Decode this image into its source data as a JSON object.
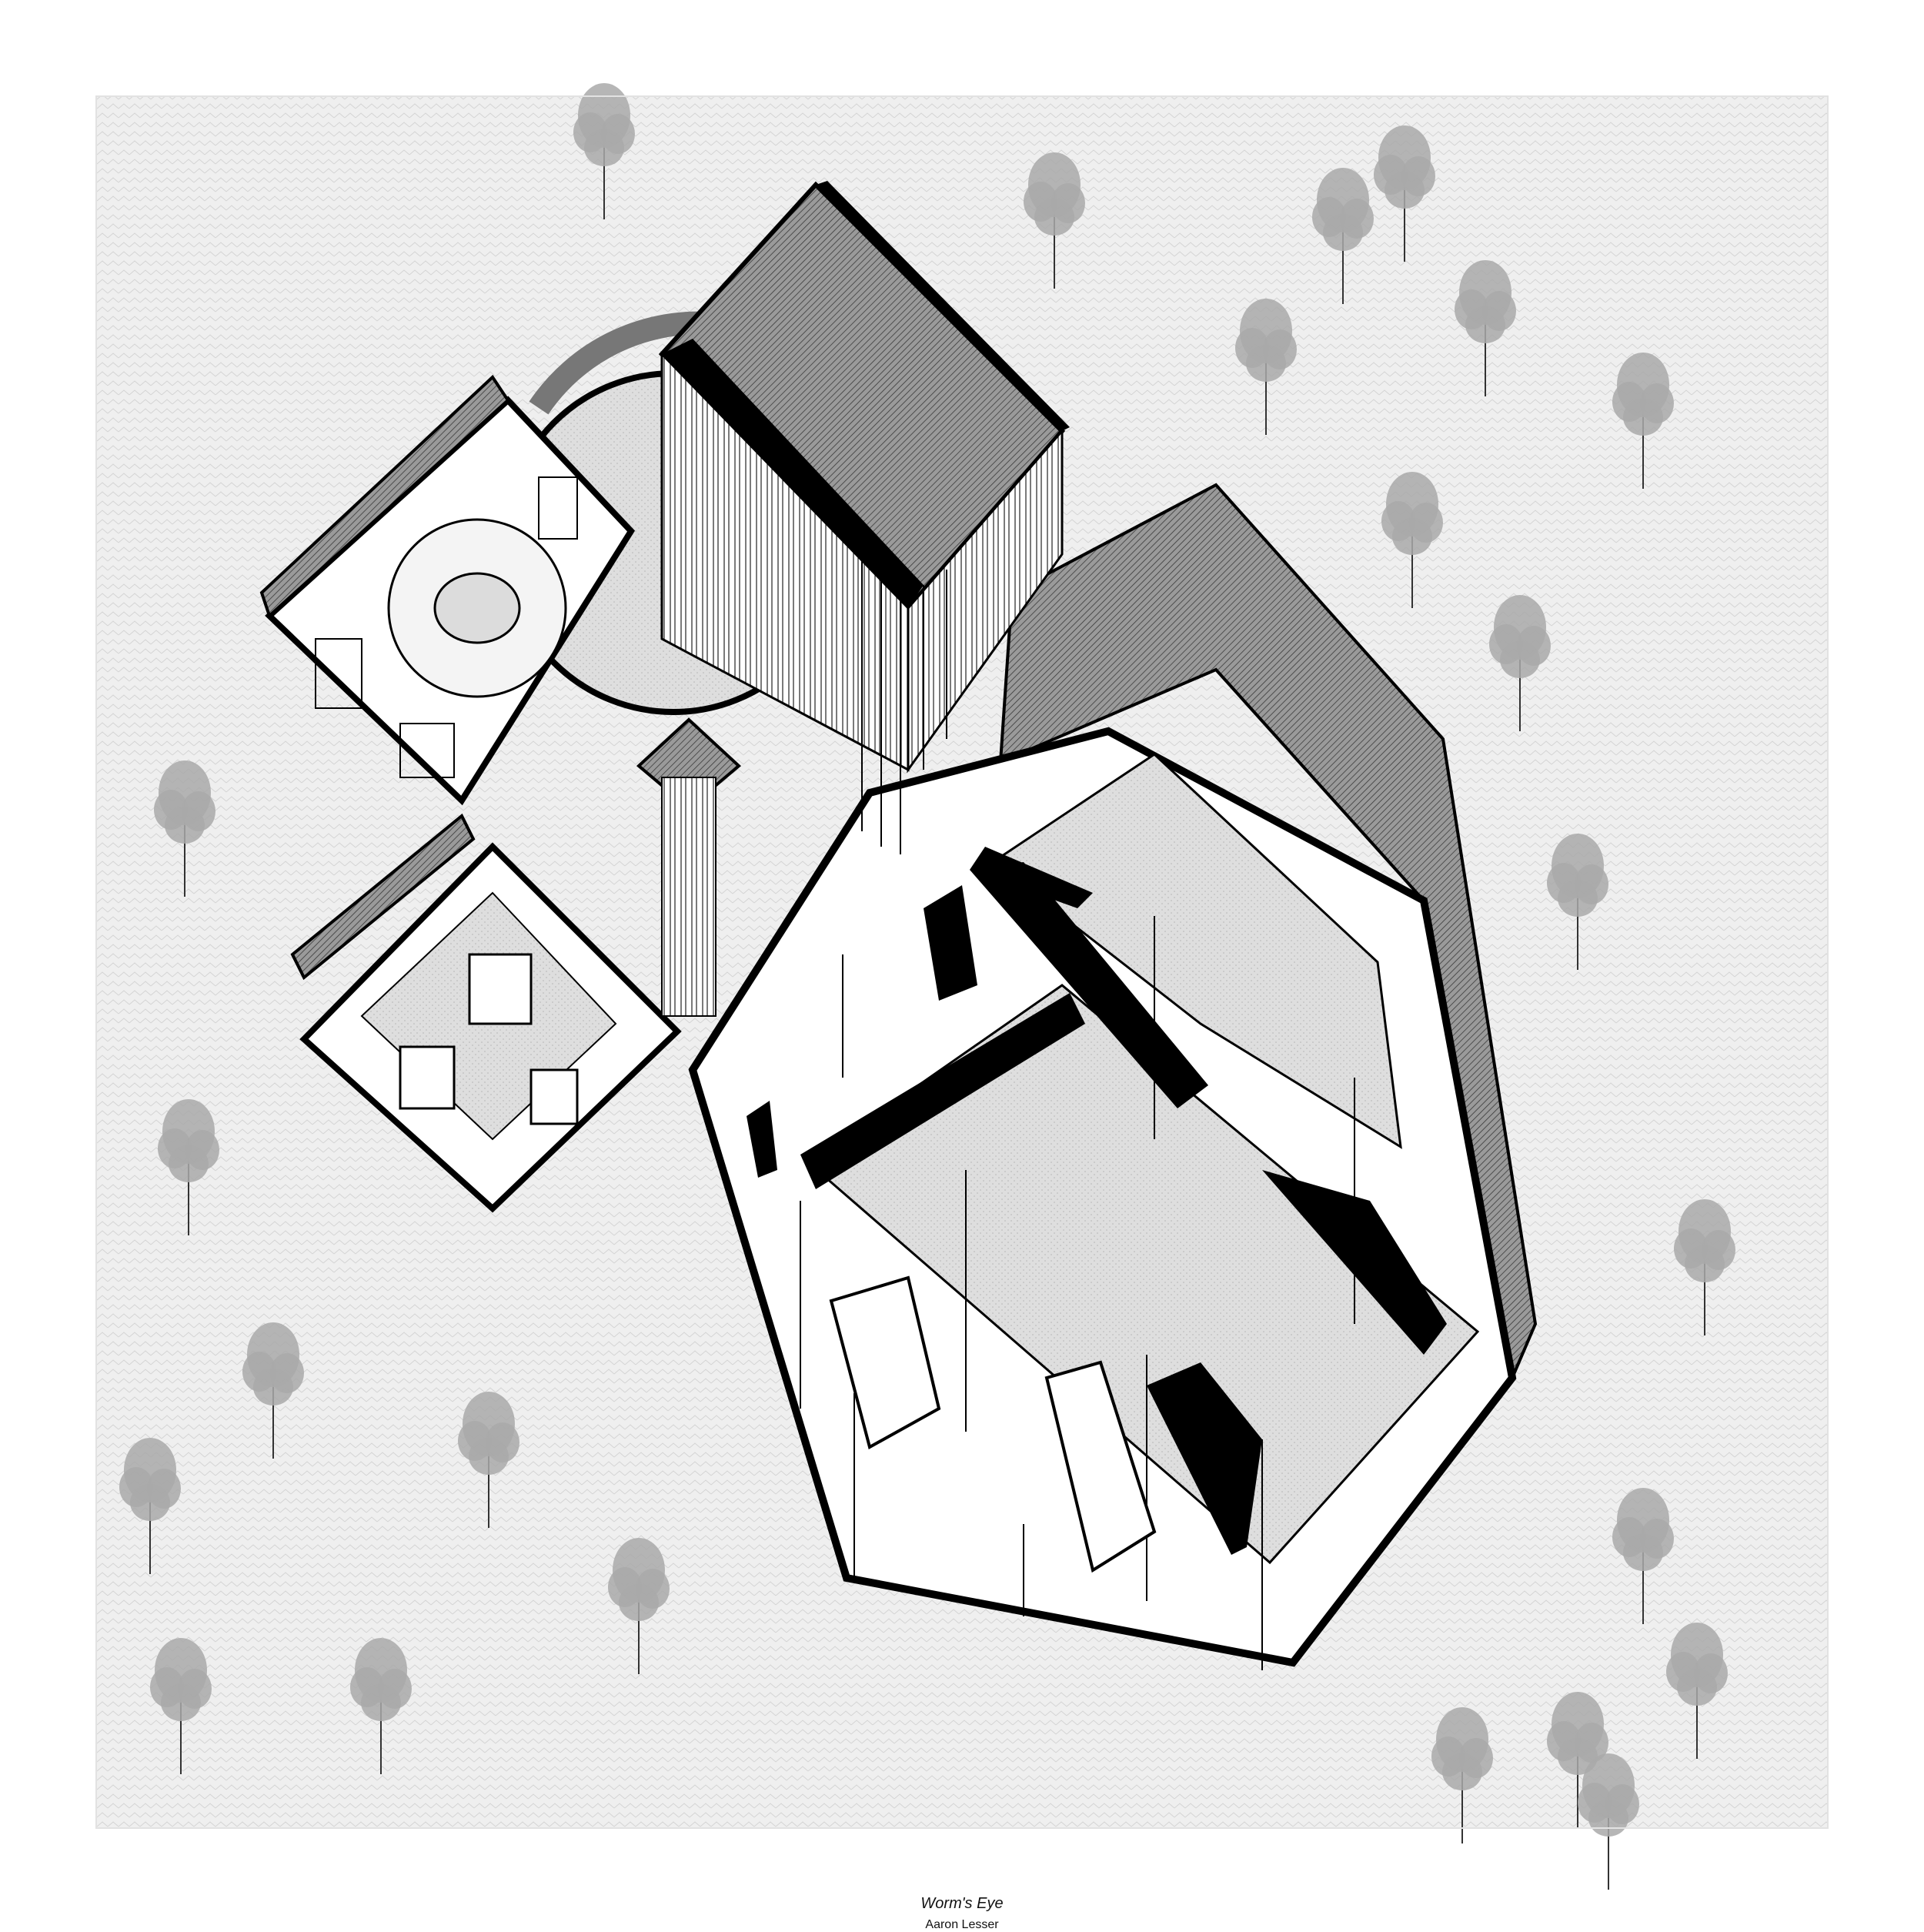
{
  "caption": {
    "title": "Worm's Eye",
    "author": "Aaron Lesser"
  },
  "colors": {
    "background": "#ffffff",
    "site_ground": "#efefef",
    "pattern": "#cfcfcf",
    "wall_poche": "#000000",
    "roof_hatch": "#8a8a8a",
    "floor_gray": "#d9d9d9",
    "tree": "#a9a9a9",
    "trunk": "#333333"
  },
  "drawing": {
    "tree_count": 24,
    "components": [
      "site-ground",
      "trees",
      "main-pavilion",
      "square-courtyard-wing",
      "lower-square-wing",
      "tall-rotated-block",
      "circular-court",
      "small-square-tower"
    ]
  }
}
